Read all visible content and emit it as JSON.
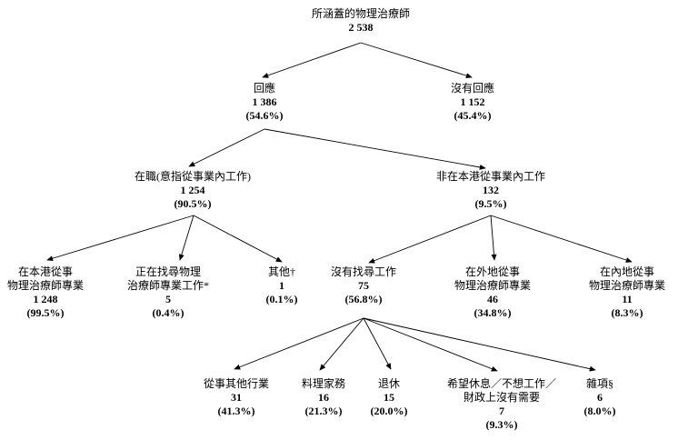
{
  "diagram": {
    "type": "tree-flowchart",
    "background_color": "#ffffff",
    "line_color": "#000000",
    "text_color": "#000000"
  },
  "nodes": [
    {
      "id": "covered-physiotherapists",
      "lines": [
        "所涵蓋的物理治療師"
      ],
      "value": "2 538",
      "pct": ""
    },
    {
      "id": "responded",
      "lines": [
        "回應"
      ],
      "value": "1 386",
      "pct": "(54.6%)"
    },
    {
      "id": "no-response",
      "lines": [
        "沒有回應"
      ],
      "value": "1 152",
      "pct": "(45.4%)"
    },
    {
      "id": "employed-in-profession",
      "lines": [
        "在職(意指從事業內工作)"
      ],
      "value": "1 254",
      "pct": "(90.5%)"
    },
    {
      "id": "not-in-profession-in-hk",
      "lines": [
        "非在本港從事業內工作"
      ],
      "value": "132",
      "pct": "(9.5%)"
    },
    {
      "id": "practising-in-hk",
      "lines": [
        "在本港從事",
        "物理治療師專業"
      ],
      "value": "1 248",
      "pct": "(99.5%)"
    },
    {
      "id": "seeking-pt-job",
      "lines": [
        "正在找尋物理",
        "治療師專業工作*"
      ],
      "value": "5",
      "pct": "(0.4%)"
    },
    {
      "id": "others",
      "lines": [
        "其他†"
      ],
      "value": "1",
      "pct": "(0.1%)"
    },
    {
      "id": "not-seeking-job",
      "lines": [
        "沒有找尋工作"
      ],
      "value": "75",
      "pct": "(56.8%)"
    },
    {
      "id": "practising-overseas",
      "lines": [
        "在外地從事",
        "物理治療師專業"
      ],
      "value": "46",
      "pct": "(34.8%)"
    },
    {
      "id": "practising-mainland",
      "lines": [
        "在內地從事",
        "物理治療師專業"
      ],
      "value": "11",
      "pct": "(8.3%)"
    },
    {
      "id": "other-industry",
      "lines": [
        "從事其他行業"
      ],
      "value": "31",
      "pct": "(41.3%)"
    },
    {
      "id": "homemaking",
      "lines": [
        "料理家務"
      ],
      "value": "16",
      "pct": "(21.3%)"
    },
    {
      "id": "retired",
      "lines": [
        "退休"
      ],
      "value": "15",
      "pct": "(20.0%)"
    },
    {
      "id": "want-rest-no-need",
      "lines": [
        "希望休息／不想工作／",
        "財政上沒有需要"
      ],
      "value": "7",
      "pct": "(9.3%)"
    },
    {
      "id": "miscellaneous",
      "lines": [
        "雜項§"
      ],
      "value": "6",
      "pct": "(8.0%)"
    }
  ],
  "edges": [
    {
      "from": 0,
      "to": 1
    },
    {
      "from": 0,
      "to": 2
    },
    {
      "from": 1,
      "to": 3
    },
    {
      "from": 1,
      "to": 4
    },
    {
      "from": 3,
      "to": 5
    },
    {
      "from": 3,
      "to": 6
    },
    {
      "from": 3,
      "to": 7
    },
    {
      "from": 4,
      "to": 8
    },
    {
      "from": 4,
      "to": 9
    },
    {
      "from": 4,
      "to": 10
    },
    {
      "from": 8,
      "to": 11
    },
    {
      "from": 8,
      "to": 12
    },
    {
      "from": 8,
      "to": 13
    },
    {
      "from": 8,
      "to": 14
    },
    {
      "from": 8,
      "to": 15
    }
  ]
}
